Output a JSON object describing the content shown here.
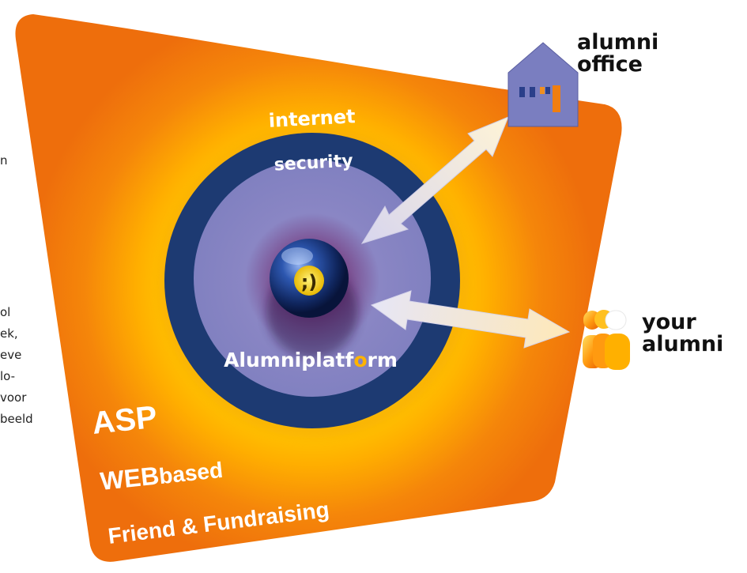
{
  "labels": {
    "internet": "internet",
    "security": "security",
    "platform_pre": "Alumniplatf",
    "platform_o": "o",
    "platform_post": "rm",
    "smiley": ";)",
    "asp": "ASP",
    "webbased_bold": "WEB",
    "webbased_rest": "based",
    "friend": "Friend & Fundraising"
  },
  "alumni_office": {
    "line1": "alumni",
    "line2": "office"
  },
  "your_alumni": {
    "line1": "your",
    "line2": "alumni"
  },
  "side_text": {
    "frag1": "n",
    "frag2": "ol",
    "frag3": "ek,",
    "frag4": "eve",
    "frag5": "lo-",
    "frag6": "voor",
    "frag7": "beeld"
  },
  "colors": {
    "orange": "#ee6e0c",
    "orange_glow": "#ffb000",
    "yellow_glow": "#ffd400",
    "security_ring": "#1d3a72",
    "inner_disc": "#7f7fbf",
    "house": "#7a7ec0",
    "arrow": "#ece8f2",
    "ball": "#1e3f8e",
    "smiley": "#f4cf00"
  }
}
